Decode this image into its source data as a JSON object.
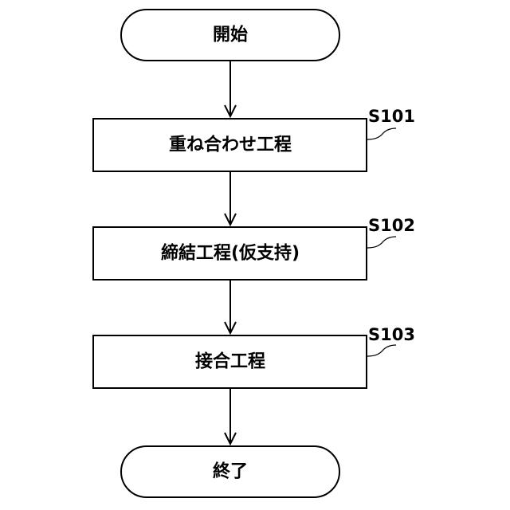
{
  "flowchart": {
    "start": "開始",
    "steps": [
      {
        "id": "S101",
        "label": "重ね合わせ工程"
      },
      {
        "id": "S102",
        "label": "締結工程(仮支持)"
      },
      {
        "id": "S103",
        "label": "接合工程"
      }
    ],
    "end": "終了"
  }
}
